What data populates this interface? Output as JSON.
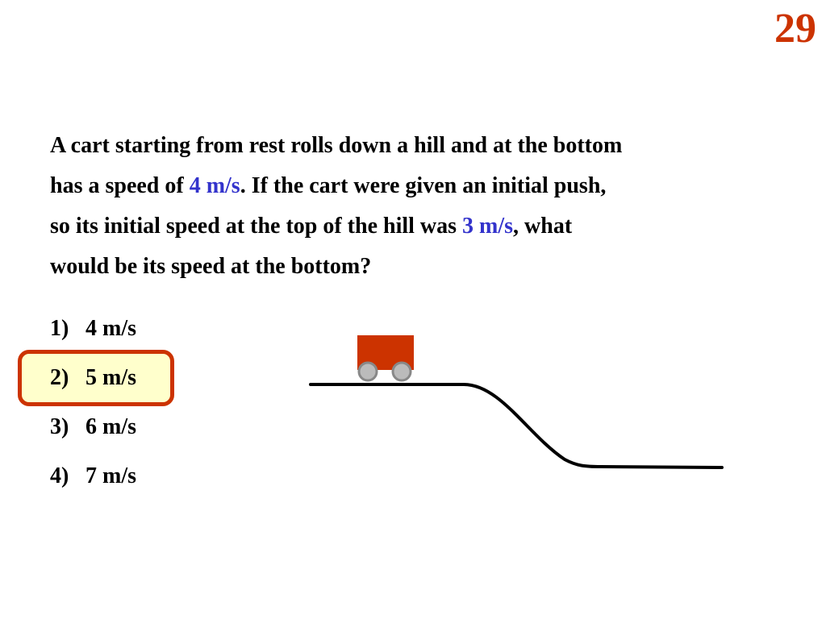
{
  "slide": {
    "number": "29"
  },
  "question": {
    "line1": "A cart starting from rest rolls down a hill and at the bottom",
    "line2_before": "has a speed of ",
    "line2_highlight": "4 m/s",
    "line2_after": ".  If the cart were given an initial push,",
    "line3_before": "so its initial speed at the top of the hill was ",
    "line3_highlight": "3 m/s",
    "line3_after": ", what",
    "line4": "would be its speed at the bottom?"
  },
  "answers": [
    {
      "number": "1)",
      "text": "4 m/s"
    },
    {
      "number": "2)",
      "text": "5 m/s"
    },
    {
      "number": "3)",
      "text": "6 m/s"
    },
    {
      "number": "4)",
      "text": "7 m/s"
    }
  ],
  "selected_answer": "2)",
  "colors": {
    "slide_number": "#cc3300",
    "highlight_text": "#3333cc",
    "answer_box_fill": "#ffffcc",
    "answer_box_border": "#cc3300",
    "cart_body": "#cc3300",
    "cart_wheel": "#aaaaaa",
    "hill_line": "#000000"
  }
}
